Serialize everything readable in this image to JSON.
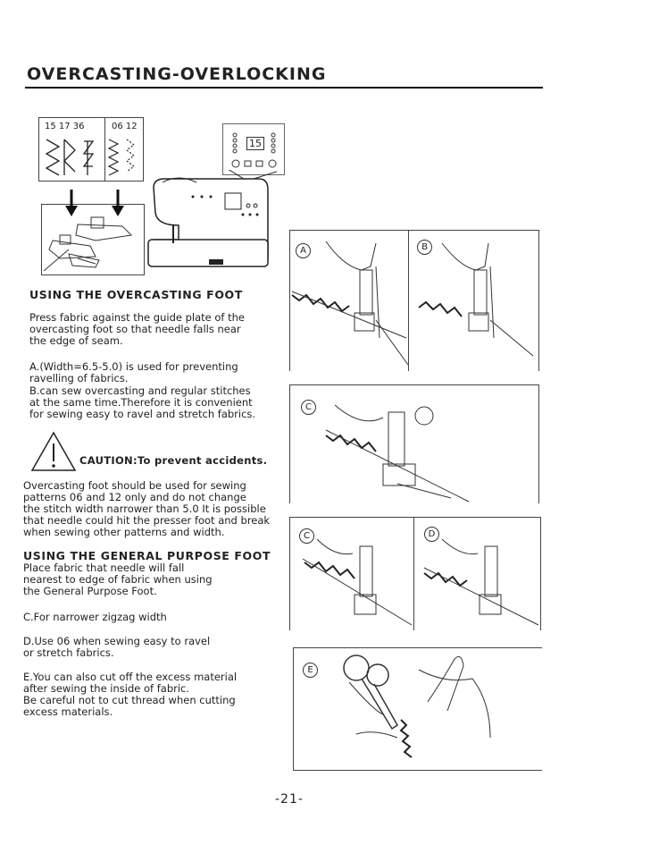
{
  "page": {
    "title": "OVERCASTING-OVERLOCKING",
    "page_number": "-21-"
  },
  "pattern_panel": {
    "numbers_left": "15  17  36",
    "numbers_right": "06  12",
    "display_value": "15"
  },
  "overcasting": {
    "heading": "USING THE OVERCASTING FOOT",
    "intro": "Press fabric against the guide plate of the\novercasting foot so that needle falls near\nthe edge of seam.",
    "item_a": "A.(Width=6.5-5.0) is used for preventing\n   ravelling of fabrics.",
    "item_b": "B.can sew overcasting and regular stitches\n   at the same time.Therefore it is convenient\n   for sewing easy to ravel and stretch fabrics."
  },
  "caution": {
    "label": "CAUTION:To prevent accidents.",
    "text": "Overcasting foot should be used for sewing\npatterns 06 and 12 only and do not change\nthe stitch width narrower than 5.0 It is possible\nthat needle could hit the presser foot and break\nwhen sewing other patterns and width."
  },
  "general": {
    "heading": "USING THE GENERAL PURPOSE FOOT",
    "intro": "Place fabric that needle will fall\nnearest to edge of fabric when using\nthe General Purpose Foot.",
    "item_c": "C.For narrower zigzag width",
    "item_d": "D.Use 06 when sewing easy to ravel\n   or stretch fabrics.",
    "item_e": "E.You can also cut off the excess material\n   after sewing the inside of fabric.\n   Be careful not to cut thread when cutting\n   excess materials."
  },
  "figure_labels": {
    "a": "A",
    "b": "B",
    "c1": "C",
    "c2": "C",
    "d": "D",
    "e": "E"
  }
}
